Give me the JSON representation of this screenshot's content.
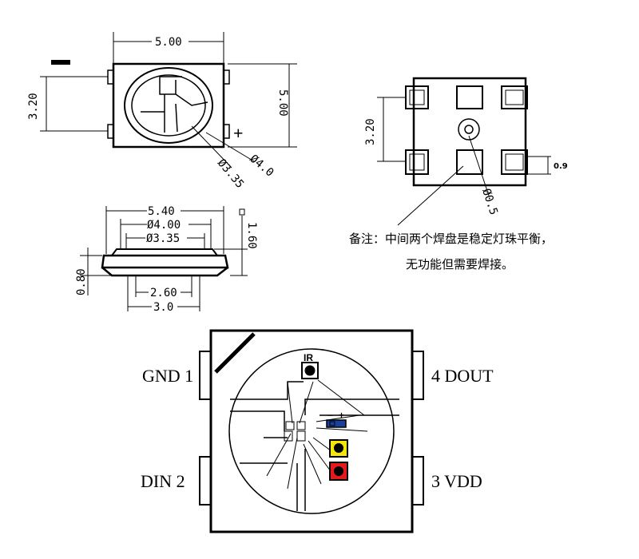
{
  "top_view": {
    "width_label": "5.00",
    "height_label": "5.00",
    "pad_pitch_label": "3.20",
    "inner_dia_label": "Ø3.35",
    "outer_dia_label": "Ø4.0",
    "minus_label": "−",
    "plus_label": "+"
  },
  "bottom_view": {
    "pad_pitch_label": "3.20",
    "pad_height_label": "0.9",
    "center_dia_label": "Ø0.5"
  },
  "side_view": {
    "width_label": "5.40",
    "outer_dia_label": "Ø4.00",
    "inner_dia_label": "Ø3.35",
    "height_label": "1.60",
    "base_label": "0.80",
    "pad_inner_label": "2.60",
    "pad_outer_label": "3.0"
  },
  "note": {
    "line1": "备注：中间两个焊盘是稳定灯珠平衡，",
    "line2": "无功能但需要焊接。"
  },
  "pinout": {
    "ir_label": "IR",
    "pins": [
      {
        "number": "1",
        "name": "GND",
        "text": "GND 1"
      },
      {
        "number": "2",
        "name": "DIN",
        "text": "DIN 2"
      },
      {
        "number": "3",
        "name": "VDD",
        "text": "3 VDD"
      },
      {
        "number": "4",
        "name": "DOUT",
        "text": "4 DOUT"
      }
    ],
    "polarity_minus": "−",
    "polarity_plus": "+",
    "colors": {
      "yellow_chip": "#f5e50a",
      "red_chip": "#e11b1b",
      "blue_chip": "#1a3f9c"
    }
  }
}
